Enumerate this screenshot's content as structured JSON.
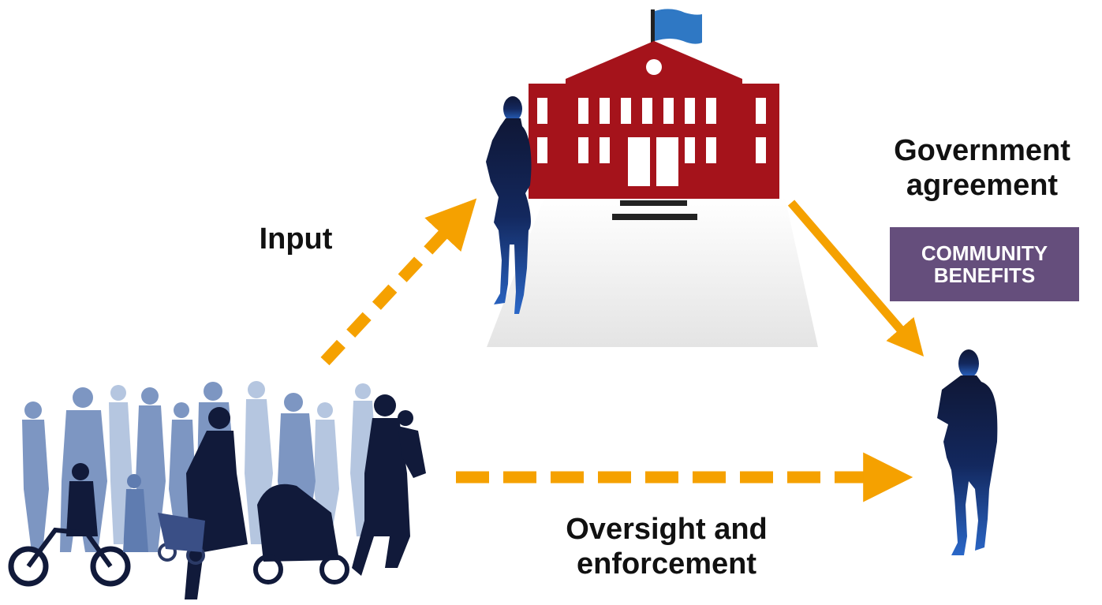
{
  "labels": {
    "input": "Input",
    "government_agreement_line1": "Government",
    "government_agreement_line2": "agreement",
    "oversight_line1": "Oversight and",
    "oversight_line2": "enforcement"
  },
  "badge": {
    "line1": "COMMUNITY",
    "line2": "BENEFITS",
    "color": "#654e7c"
  },
  "colors": {
    "arrow": "#f5a100",
    "building": "#a5131b",
    "flag": "#2f78c4",
    "silhouette_dark": "#101a3e",
    "silhouette_blue": "#1e4fa8",
    "crowd_light": "#aabbd8"
  },
  "icons": [
    "crowd-icon",
    "government-building-icon",
    "official-woman-icon",
    "developer-man-icon",
    "flag-icon"
  ]
}
